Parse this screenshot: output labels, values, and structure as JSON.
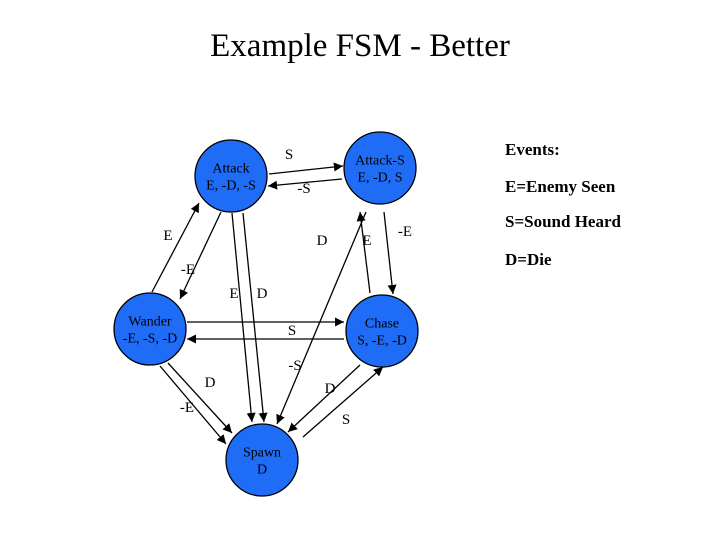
{
  "title": "Example FSM - Better",
  "colors": {
    "state_fill": "#1f6cf7",
    "state_stroke": "#000000",
    "line": "#000000"
  },
  "states": [
    {
      "id": "attack",
      "label": [
        "Attack",
        "E, -D, -S"
      ]
    },
    {
      "id": "attack-s",
      "label": [
        "Attack-S",
        "E, -D, S"
      ]
    },
    {
      "id": "wander",
      "label": [
        "Wander",
        "-E, -S, -D"
      ]
    },
    {
      "id": "chase",
      "label": [
        "Chase",
        "S, -E, -D"
      ]
    },
    {
      "id": "spawn",
      "label": [
        "Spawn",
        "D"
      ]
    }
  ],
  "transitions": [
    {
      "label": "S"
    },
    {
      "label": "-S"
    },
    {
      "label": "E"
    },
    {
      "label": "D"
    },
    {
      "label": "E"
    },
    {
      "label": "-E"
    },
    {
      "label": "-E"
    },
    {
      "label": "E"
    },
    {
      "label": "D"
    },
    {
      "label": "S"
    },
    {
      "label": "-S"
    },
    {
      "label": "D"
    },
    {
      "label": "D"
    },
    {
      "label": "-E"
    },
    {
      "label": "S"
    }
  ],
  "legend": {
    "heading": "Events:",
    "events": [
      "E=Enemy Seen",
      "S=Sound Heard",
      "D=Die"
    ]
  }
}
